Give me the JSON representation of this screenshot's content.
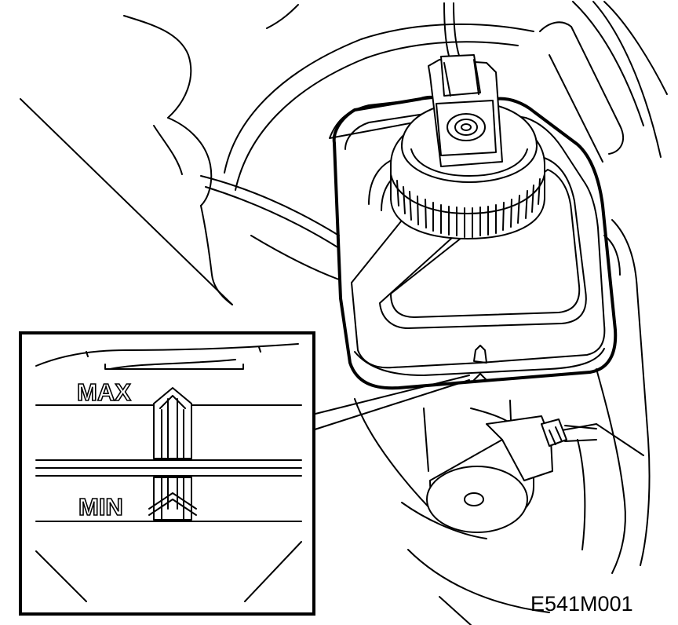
{
  "figure": {
    "max_label": "MAX",
    "min_label": "MIN",
    "figure_code": "E541M001"
  }
}
